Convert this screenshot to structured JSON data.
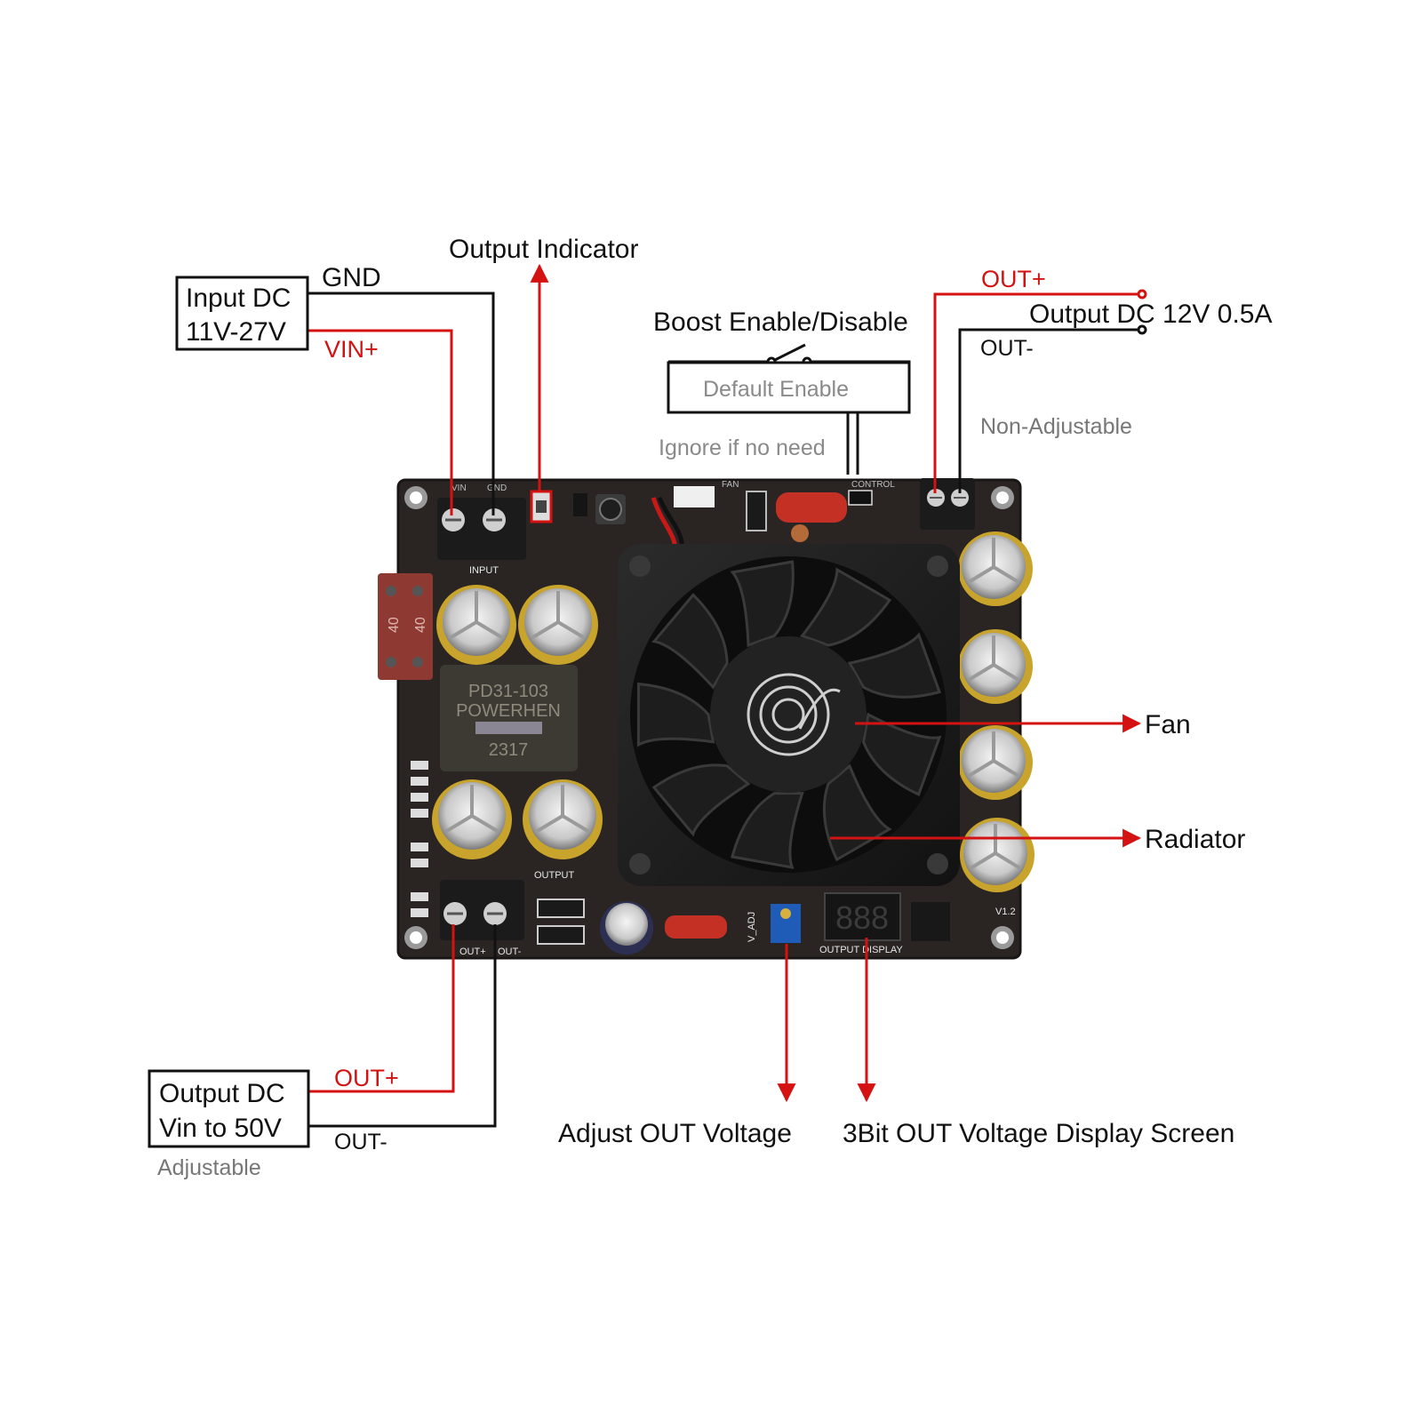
{
  "labels": {
    "input_box_line1": "Input DC",
    "input_box_line2": "11V-27V",
    "gnd": "GND",
    "vin_plus": "VIN+",
    "output_indicator": "Output Indicator",
    "boost_enable": "Boost Enable/Disable",
    "default_enable": "Default Enable",
    "ignore_if_no_need": "Ignore if no need",
    "out_plus_top": "OUT+",
    "out_minus_top": "OUT-",
    "output_dc_top": "Output DC 12V 0.5A",
    "non_adjustable": "Non-Adjustable",
    "fan": "Fan",
    "radiator": "Radiator",
    "adjust_out_voltage": "Adjust OUT Voltage",
    "display_screen": "3Bit OUT Voltage Display Screen",
    "output_box_line1": "Output DC",
    "output_box_line2": "Vin to 50V",
    "out_plus_bottom": "OUT+",
    "out_minus_bottom": "OUT-",
    "adjustable": "Adjustable"
  },
  "board": {
    "inductor_line1": "PD31-103",
    "inductor_line2": "POWERHEN",
    "inductor_line3": "2317",
    "fuse_value": "40",
    "version": "V1.2",
    "silk_input": "INPUT",
    "silk_output": "OUTPUT",
    "silk_output_display": "OUTPUT DISPLAY",
    "silk_vin": "VIN",
    "silk_gnd": "GND",
    "silk_out_plus": "OUT+",
    "silk_out_minus": "OUT-",
    "silk_fan": "FAN",
    "silk_control": "CONTROL",
    "silk_v_adj": "V_ADJ",
    "display_digits": "888"
  },
  "colors": {
    "wire_red": "#d41212",
    "wire_black": "#111111",
    "pcb": "#2a2523",
    "capacitor_sleeve": "#c8a42c"
  }
}
